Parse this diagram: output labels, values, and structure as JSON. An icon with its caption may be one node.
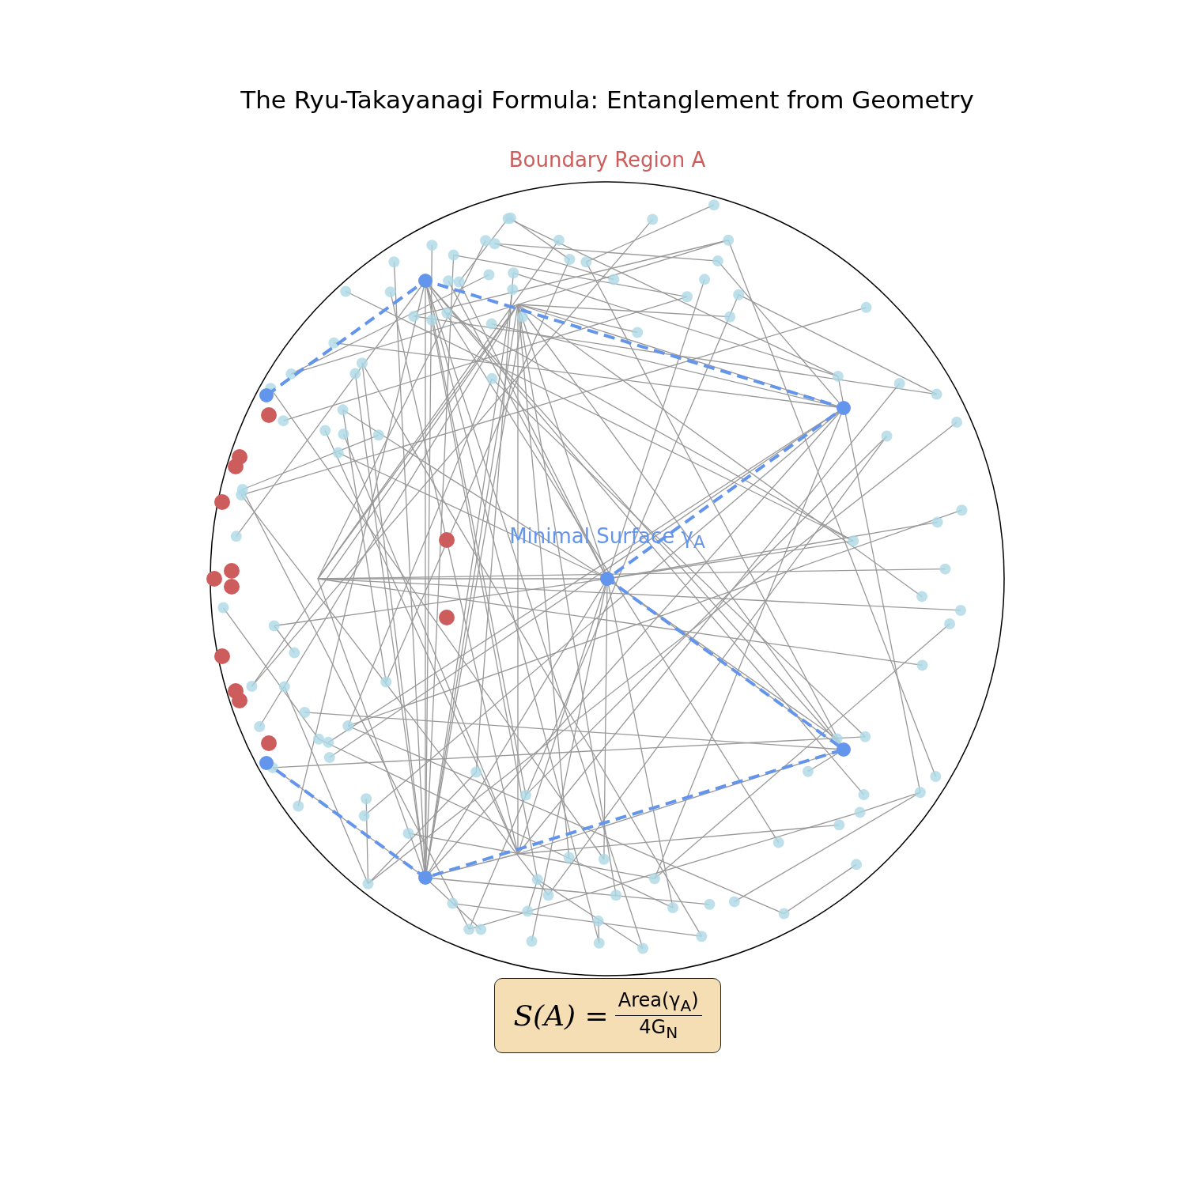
{
  "diagram": {
    "title": "The Ryu-Takayanagi Formula: Entanglement from Geometry",
    "nodes": [
      {
        "text": [
          "S(A) =",
          "Area(γ$_{A}$)",
          "4G$_{N}$"
        ]
      }
    ],
    "labels": [
      "Boundary Region A",
      "Minimal Surface γ$_{A}$"
    ]
  }
}
